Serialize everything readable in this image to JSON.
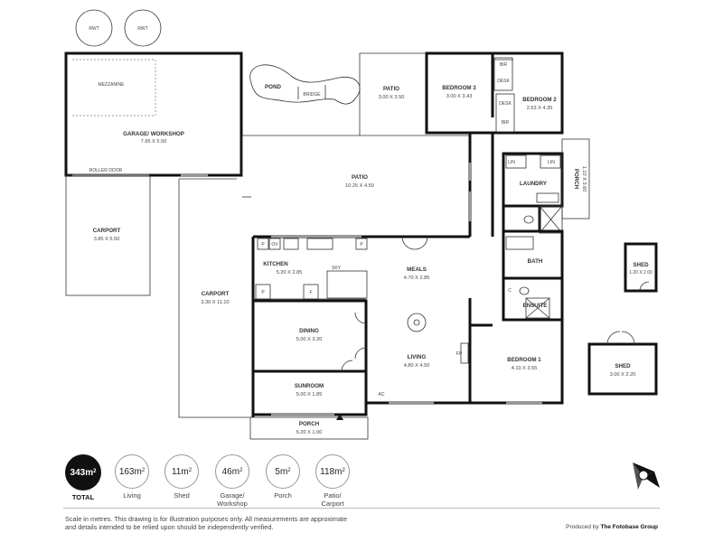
{
  "tanks": [
    "RWT",
    "RWT"
  ],
  "rooms": {
    "mezzanine": "MEZZANINE",
    "garage": {
      "name": "GARAGE/ WORKSHOP",
      "dims": "7.95 X 5.50"
    },
    "roller_door": "ROLLER DOOR",
    "carport_small": {
      "name": "CARPORT",
      "dims": "3.85 X 5.50"
    },
    "carport_large": {
      "name": "CARPORT",
      "dims": "3.30 X 11.10"
    },
    "pond": "POND",
    "bridge": "BRIDGE",
    "patio_small": {
      "name": "PATIO",
      "dims": "3.00 X 3.50"
    },
    "patio_large": {
      "name": "PATIO",
      "dims": "10.25 X 4.50"
    },
    "bedroom3": {
      "name": "BEDROOM 3",
      "dims": "3.00 X 3.43"
    },
    "bedroom2": {
      "name": "BEDROOM 2",
      "dims": "2.63 X 4.35"
    },
    "bir": "BIR",
    "desk": "DESK",
    "lin": "LIN",
    "laundry": "LAUNDRY",
    "porch_side": {
      "name": "PORCH",
      "dims": "1.10 X 3.60"
    },
    "bath": "BATH",
    "ensuite": "ENSUITE",
    "c": "C",
    "bedroom1": {
      "name": "BEDROOM 1",
      "dims": "4.10 X 3.55"
    },
    "kitchen": {
      "name": "KITCHEN",
      "dims": "5.20 X 2.85"
    },
    "p": "P",
    "ov": "OV",
    "f": "F",
    "sky": "SKY",
    "meals": {
      "name": "MEALS",
      "dims": "4.70 X 2.85"
    },
    "dining": {
      "name": "DINING",
      "dims": "5.00 X 3.20"
    },
    "living": {
      "name": "LIVING",
      "dims": "4.80 X 4.50"
    },
    "fp": "FP",
    "ac": "AC",
    "sunroom": {
      "name": "SUNROOM",
      "dims": "5.00 X 1.85"
    },
    "porch_front": {
      "name": "PORCH",
      "dims": "5.20 X 1.00"
    },
    "shed_small": {
      "name": "SHED",
      "dims": "1.20 X 2.00"
    },
    "shed_large": {
      "name": "SHED",
      "dims": "3.00 X 2.20"
    }
  },
  "areas": [
    {
      "value": "343",
      "unit": "m",
      "label": "TOTAL"
    },
    {
      "value": "163",
      "unit": "m",
      "label": "Living"
    },
    {
      "value": "11",
      "unit": "m",
      "label": "Shed"
    },
    {
      "value": "46",
      "unit": "m",
      "label": "Garage/\nWorkshop"
    },
    {
      "value": "5",
      "unit": "m",
      "label": "Porch"
    },
    {
      "value": "118",
      "unit": "m",
      "label": "Patio/\nCarport"
    }
  ],
  "area_sup": "2",
  "disclaimer": "Scale in metres. This drawing is for illustration purposes only. All measurements are approximate and details intended to be relied upon should be independently verified.",
  "produced_prefix": "Produced by ",
  "produced_company": "The Fotobase Group"
}
